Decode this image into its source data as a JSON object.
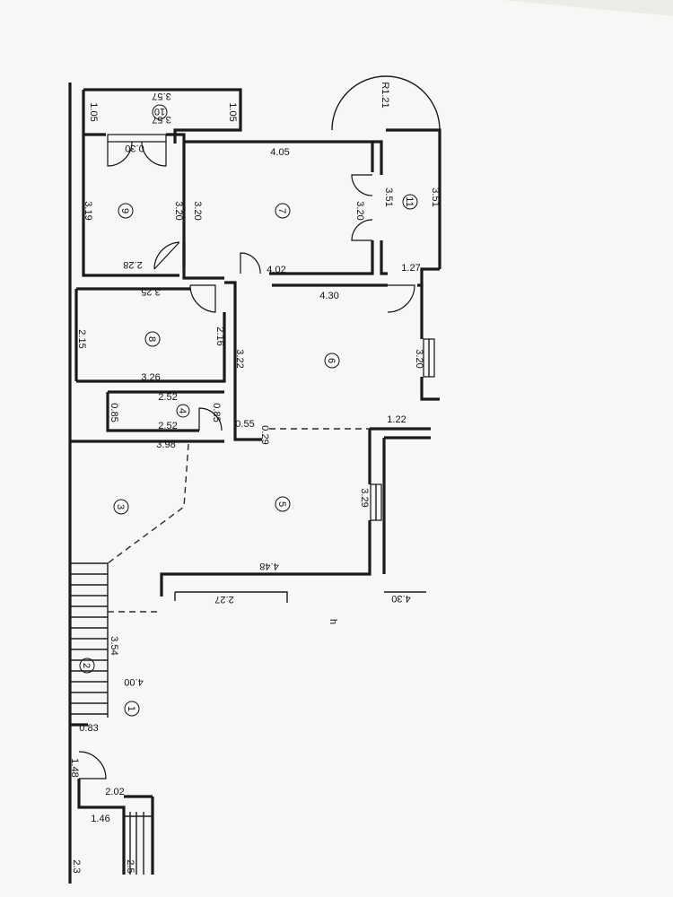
{
  "rooms": [
    {
      "id": "1",
      "label": "1"
    },
    {
      "id": "2",
      "label": "2"
    },
    {
      "id": "3",
      "label": "3"
    },
    {
      "id": "4",
      "label": "4"
    },
    {
      "id": "5",
      "label": "5"
    },
    {
      "id": "6",
      "label": "6"
    },
    {
      "id": "7",
      "label": "7"
    },
    {
      "id": "8",
      "label": "8"
    },
    {
      "id": "9",
      "label": "9"
    },
    {
      "id": "10",
      "label": "10"
    },
    {
      "id": "11",
      "label": "11"
    }
  ],
  "dimensions": {
    "r10_width": "3.57",
    "r10_width_b": "3.57",
    "r10_left": "1.05",
    "r10_right": "1.05",
    "radius": "R1.21",
    "r9_top": "0.30",
    "r9_left": "3.19",
    "r9_right": "3.20",
    "r9_bottom": "2.28",
    "r7_top": "4.05",
    "r7_left": "3.20",
    "r7_right": "3.20",
    "r7_bottom": "4.02",
    "r11_a": "3.51",
    "r11_b": "3.51",
    "r11_bottom": "1.27",
    "r8_top": "3.25",
    "r8_left": "2.15",
    "r8_right": "2.16",
    "r8_bottom": "3.26",
    "r6_top": "4.30",
    "r6_left": "3.22",
    "r6_right": "3.20",
    "r6_bottom": "1.22",
    "r4_top": "2.52",
    "r4_bottom": "2.52",
    "r4_left": "0.85",
    "r4_right": "0.85",
    "wall_a": "0.55",
    "wall_b": "0.29",
    "r3_top": "3.98",
    "r5_right": "3.29",
    "r5_bottom": "4.48",
    "lower_a": "2.27",
    "lower_b": "4.30",
    "stair_len": "3.54",
    "r1_center": "4.00",
    "stair_w": "0.83",
    "entry_a": "1.48",
    "entry_b": "2.02",
    "entry_c": "1.46",
    "bottom_a": "2.3",
    "bottom_b": "2.5",
    "tick": "h"
  }
}
